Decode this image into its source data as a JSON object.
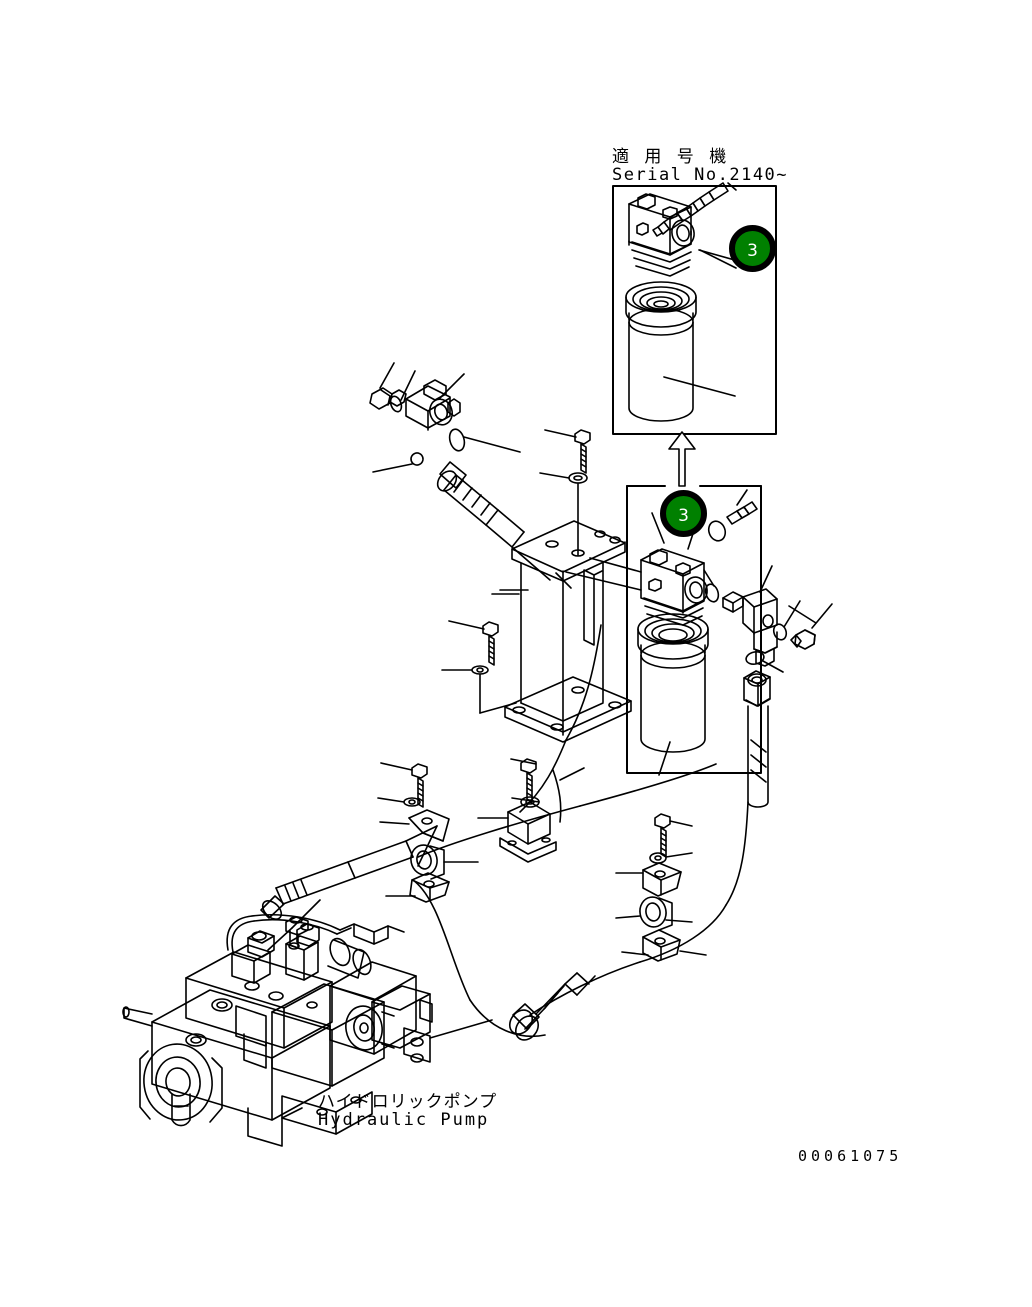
{
  "document": {
    "kind": "parts-diagram",
    "drawing_number": "00061075"
  },
  "inset_box": {
    "heading_jp": "適 用 号 機",
    "heading_en": "Serial No.2140~",
    "callout": {
      "number": "3"
    }
  },
  "main_box": {
    "callout": {
      "number": "3"
    }
  },
  "assembly_label": {
    "name_jp": "ハイドロリックポンプ",
    "name_en": "Hydraulic Pump"
  },
  "colors": {
    "callout_fill": "#008000",
    "callout_ring": "#000000",
    "callout_text": "#ffffff",
    "line": "#000000",
    "background": "#ffffff"
  },
  "parts": [
    {
      "ref": "filter-head-upper",
      "label": ""
    },
    {
      "ref": "pressure-switch",
      "label": ""
    },
    {
      "ref": "filter-cartridge-upper",
      "label": ""
    },
    {
      "ref": "filter-head-lower",
      "label": ""
    },
    {
      "ref": "filter-cartridge-lower",
      "label": ""
    },
    {
      "ref": "mounting-bracket",
      "label": ""
    },
    {
      "ref": "elbow-fitting-left",
      "label": ""
    },
    {
      "ref": "elbow-fitting-right",
      "label": ""
    },
    {
      "ref": "hose-upper-left",
      "label": ""
    },
    {
      "ref": "hose-right",
      "label": ""
    },
    {
      "ref": "hose-lower",
      "label": ""
    },
    {
      "ref": "clamp-left",
      "label": ""
    },
    {
      "ref": "clamp-center",
      "label": ""
    },
    {
      "ref": "clamp-right-upper",
      "label": ""
    },
    {
      "ref": "clamp-right-lower",
      "label": ""
    },
    {
      "ref": "bolt",
      "label": ""
    },
    {
      "ref": "washer",
      "label": ""
    },
    {
      "ref": "o-ring",
      "label": ""
    },
    {
      "ref": "hydraulic-pump",
      "label": ""
    }
  ]
}
